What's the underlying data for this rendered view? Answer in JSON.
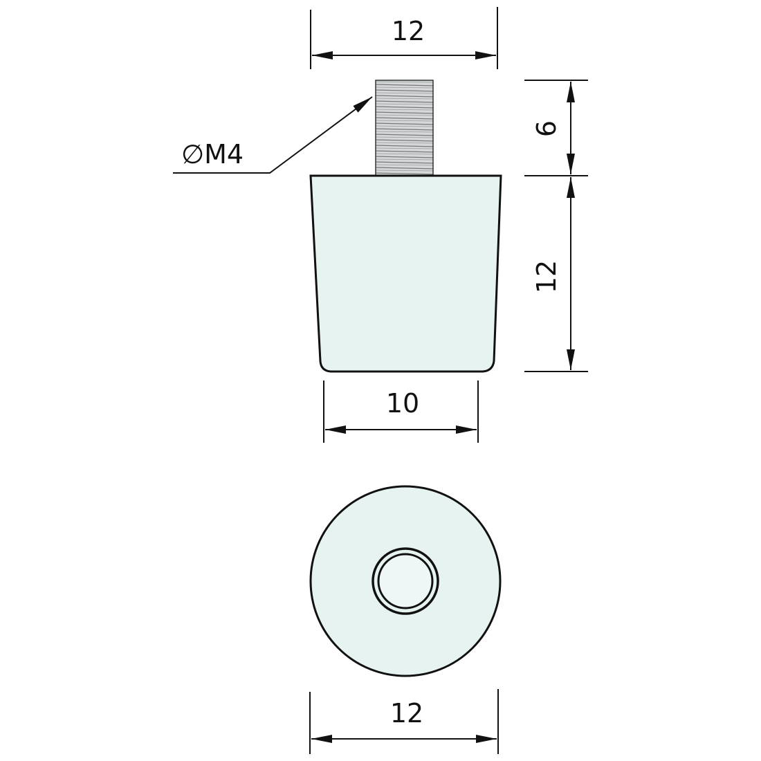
{
  "drawing": {
    "title": "Rubber buffer with threaded stud - technical drawing",
    "colors": {
      "body_fill": "#e6f3f1",
      "thread_fill": "#c8cccc",
      "line": "#111111"
    },
    "dimensions": {
      "top_width": "12",
      "thread_height": "6",
      "body_height": "12",
      "bottom_width": "10",
      "end_view_diameter": "12"
    },
    "thread_label": "∅M4"
  }
}
